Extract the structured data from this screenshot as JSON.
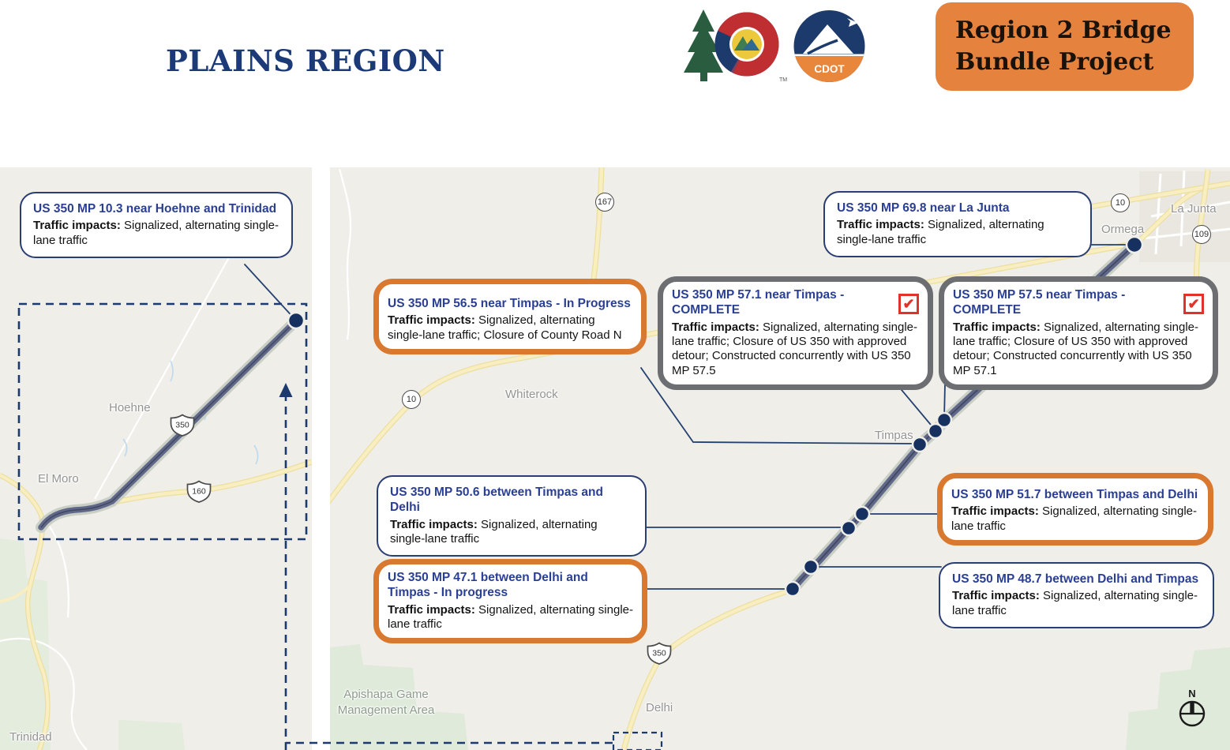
{
  "header": {
    "title": "PLAINS REGION",
    "badge_line1": "Region 2 Bridge",
    "badge_line2": "Bundle Project",
    "cdot_label": "CDOT",
    "tm_label": "TM"
  },
  "labels": {
    "impacts": "Traffic impacts:",
    "check": "✔"
  },
  "callouts": [
    {
      "id": "mp10-3",
      "status": "planned",
      "title": "US 350 MP 10.3 near Hoehne and Trinidad",
      "impacts": "Signalized, alternating single-lane traffic"
    },
    {
      "id": "mp69-8",
      "status": "planned",
      "title": "US 350 MP 69.8 near La Junta",
      "impacts": "Signalized, alternating single-lane traffic"
    },
    {
      "id": "mp56-5",
      "status": "in-progress",
      "title": "US 350 MP 56.5 near Timpas - In Progress",
      "impacts": "Signalized, alternating single-lane traffic; Closure of County Road N"
    },
    {
      "id": "mp57-1",
      "status": "complete",
      "title": "US 350 MP 57.1 near Timpas - COMPLETE",
      "impacts": "Signalized, alternating single-lane traffic; Closure of US 350 with approved detour;  Constructed concurrently with US 350 MP 57.5"
    },
    {
      "id": "mp57-5",
      "status": "complete",
      "title": "US 350 MP 57.5 near Timpas - COMPLETE",
      "impacts": "Signalized, alternating single-lane traffic; Closure of US 350 with approved detour; Constructed concurrently with US 350 MP  57.1"
    },
    {
      "id": "mp50-6",
      "status": "planned",
      "title": "US 350 MP 50.6 between Timpas and Delhi",
      "impacts": "Signalized, alternating single-lane traffic"
    },
    {
      "id": "mp51-7",
      "status": "in-progress",
      "title": "US 350 MP 51.7 between Timpas and Delhi",
      "impacts": "Signalized, alternating single-lane traffic"
    },
    {
      "id": "mp47-1",
      "status": "in-progress",
      "title": "US 350 MP 47.1 between Delhi and Timpas - In progress",
      "impacts": "Signalized, alternating single-lane traffic"
    },
    {
      "id": "mp48-7",
      "status": "planned",
      "title": "US 350 MP 48.7 between Delhi and Timpas",
      "impacts": "Signalized, alternating single-lane traffic"
    }
  ],
  "map": {
    "inset": {
      "towns": {
        "hoehne": "Hoehne",
        "el_moro": "El Moro",
        "trinidad": "Trinidad"
      },
      "shields": {
        "us350": "350",
        "us160": "160"
      }
    },
    "main": {
      "towns": {
        "la_junta": "La Junta",
        "ormega": "Ormega",
        "whiterock": "Whiterock",
        "timpas": "Timpas",
        "delhi": "Delhi"
      },
      "area_label": "Apishapa Game Management Area",
      "shields": {
        "sh167": "167",
        "sh10_west": "10",
        "sh10_east": "10",
        "sh109": "109",
        "us350": "350"
      },
      "compass": "N"
    }
  },
  "colors": {
    "navy": "#223a75",
    "title_blue": "#2a3f94",
    "accent_orange": "#e5833e",
    "callout_orange_border": "#d9782f",
    "complete_gray": "#6d6e71",
    "check_red": "#e0342a",
    "map_bg": "#efeee9",
    "road_highlight": "#5d6584",
    "dot_navy": "#16305f"
  }
}
